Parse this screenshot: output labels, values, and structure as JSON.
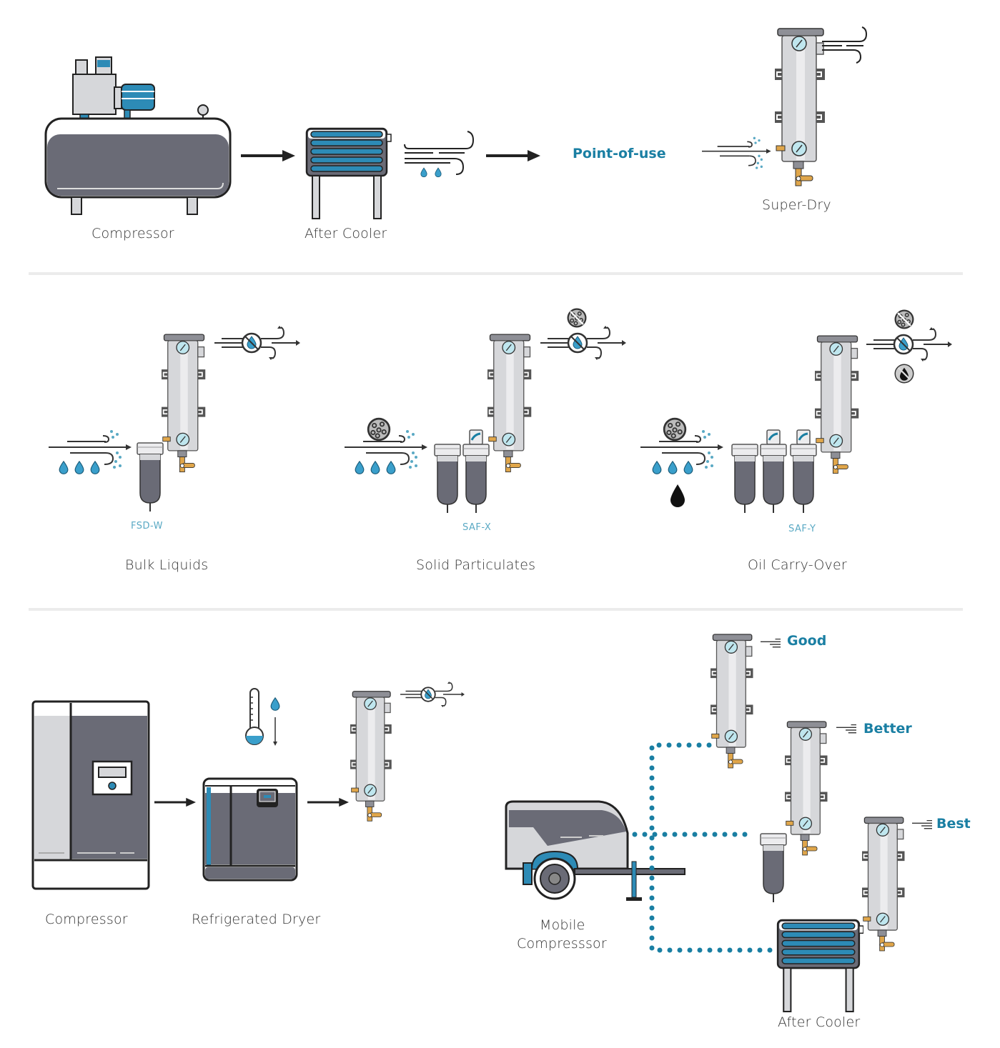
{
  "colors": {
    "accent": "#1a7fa3",
    "blue_fill": "#2d8bb6",
    "tank_gray": "#6a6b76",
    "light_gray": "#d9d9d9",
    "brass": "#e0a64a",
    "subtitle": "#5aa9c4"
  },
  "section1": {
    "compressor_label": "Compressor",
    "after_cooler_label": "After Cooler",
    "point_of_use_label": "Point-of-use",
    "super_dry_label": "Super-Dry",
    "icons": [
      "compressor-tank-icon",
      "after-cooler-icon",
      "wind-droplets-icon",
      "arrow-right-icon",
      "super-dry-dryer-icon"
    ]
  },
  "section2": {
    "panels": [
      {
        "title": "Bulk Liquids",
        "filter_code": "FSD-W",
        "filters": 1,
        "inputs": [
          "water"
        ]
      },
      {
        "title": "Solid Particulates",
        "filter_code": "SAF-X",
        "filters": 2,
        "inputs": [
          "particles",
          "water"
        ]
      },
      {
        "title": "Oil Carry-Over",
        "filter_code": "SAF-Y",
        "filters": 3,
        "inputs": [
          "particles",
          "water",
          "oil"
        ]
      }
    ]
  },
  "section3": {
    "compressor_label": "Compressor",
    "refrigerated_dryer_label": "Refrigerated Dryer",
    "mobile_compressor_label_line1": "Mobile",
    "mobile_compressor_label_line2": "Compresssor",
    "after_cooler_label": "After Cooler",
    "tiers": [
      {
        "label": "Good"
      },
      {
        "label": "Better"
      },
      {
        "label": "Best"
      }
    ]
  }
}
